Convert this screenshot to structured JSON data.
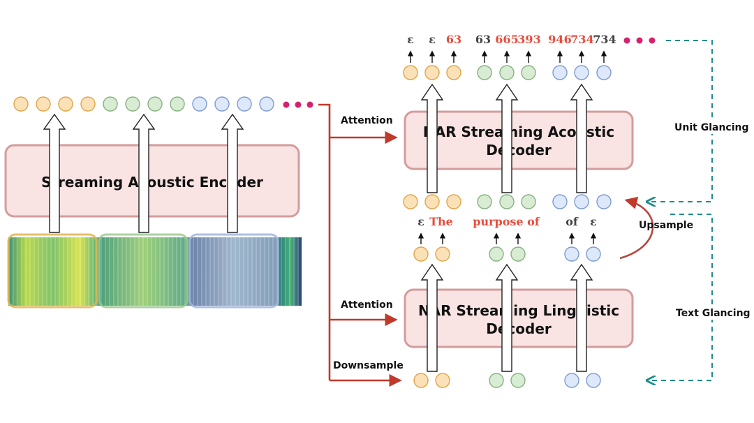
{
  "colors": {
    "orange_fill": "#FBE1B8",
    "orange_stroke": "#E3A446",
    "green_fill": "#D8EBD3",
    "green_stroke": "#86B27F",
    "blue_fill": "#DDE8FA",
    "blue_stroke": "#7E9BD2",
    "box_fill": "#F9E3E3",
    "box_stroke": "#D49C9C",
    "red_arrow": "#C0392B",
    "teal_dash": "#1E8C8C",
    "magenta_dot": "#D6226E",
    "token_red": "#E74C3C",
    "token_gray": "#444444"
  },
  "encoder": {
    "label": "Streaming Acoustic Encoder"
  },
  "acoustic_decoder": {
    "label_line1": "NAR Streaming Acoustic",
    "label_line2": "Decoder"
  },
  "linguistic_decoder": {
    "label_line1": "NAR Streaming Linguistic",
    "label_line2": "Decoder"
  },
  "arrows": {
    "attention_top": "Attention",
    "attention_bottom": "Attention",
    "downsample": "Downsample",
    "upsample": "Upsample",
    "unit_glancing": "Unit Glancing",
    "text_glancing": "Text Glancing"
  },
  "unit_tokens": [
    {
      "text": "ε",
      "color": "token_gray"
    },
    {
      "text": "ε",
      "color": "token_gray"
    },
    {
      "text": "63",
      "color": "token_red"
    },
    {
      "text": "63",
      "color": "token_gray"
    },
    {
      "text": "665",
      "color": "token_red"
    },
    {
      "text": "393",
      "color": "token_red"
    },
    {
      "text": "946",
      "color": "token_red"
    },
    {
      "text": "734",
      "color": "token_red"
    },
    {
      "text": "734",
      "color": "token_gray"
    }
  ],
  "text_tokens": [
    {
      "text": "ε",
      "color": "token_gray"
    },
    {
      "text": "The",
      "color": "token_red"
    },
    {
      "text": "purpose of",
      "color": "token_red"
    },
    {
      "text": "of",
      "color": "token_gray"
    },
    {
      "text": "ε",
      "color": "token_gray"
    }
  ]
}
